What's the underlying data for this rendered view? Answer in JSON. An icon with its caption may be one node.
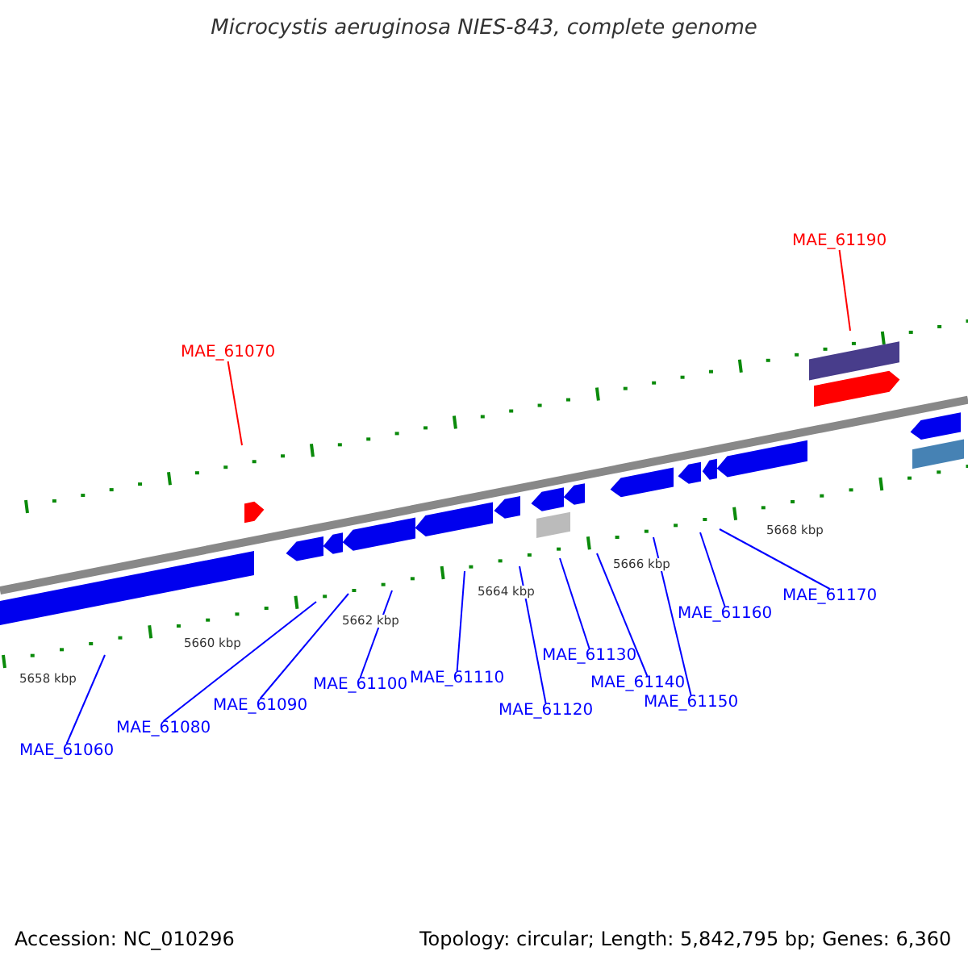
{
  "diagram": {
    "title": "Microcystis aeruginosa NIES-843, complete genome",
    "nodes": [
      {
        "text": [
          "MAE_61070"
        ]
      },
      {
        "text": [
          "MAE_61190"
        ]
      },
      {
        "text": [
          "MAE_61060"
        ]
      },
      {
        "text": [
          "MAE_61080"
        ]
      },
      {
        "text": [
          "MAE_61090"
        ]
      },
      {
        "text": [
          "MAE_61100"
        ]
      },
      {
        "text": [
          "MAE_61110"
        ]
      },
      {
        "text": [
          "MAE_61120"
        ]
      },
      {
        "text": [
          "MAE_61130"
        ]
      },
      {
        "text": [
          "MAE_61140"
        ]
      },
      {
        "text": [
          "MAE_61150"
        ]
      },
      {
        "text": [
          "MAE_61160"
        ]
      },
      {
        "text": [
          "MAE_61170"
        ]
      }
    ],
    "edges": [
      {
        "from": 0,
        "to": null,
        "arrow": "none",
        "color": "#ff0000"
      },
      {
        "from": 1,
        "to": null,
        "arrow": "none",
        "color": "#ff0000"
      },
      {
        "from": 2,
        "to": null,
        "arrow": "none"
      },
      {
        "from": 3,
        "to": null,
        "arrow": "none"
      },
      {
        "from": 4,
        "to": null,
        "arrow": "none"
      },
      {
        "from": 5,
        "to": null,
        "arrow": "none"
      },
      {
        "from": 6,
        "to": null,
        "arrow": "none"
      },
      {
        "from": 7,
        "to": null,
        "arrow": "none"
      },
      {
        "from": 8,
        "to": null,
        "arrow": "none"
      },
      {
        "from": 9,
        "to": null,
        "arrow": "none"
      },
      {
        "from": 10,
        "to": null,
        "arrow": "none"
      },
      {
        "from": 11,
        "to": null,
        "arrow": "none"
      },
      {
        "from": 12,
        "to": null,
        "arrow": "none"
      }
    ],
    "labels": [
      "5658 kbp",
      "5660 kbp",
      "5662 kbp",
      "5664 kbp",
      "5666 kbp",
      "5668 kbp",
      "Accession: NC_010296",
      "Topology: circular; Length: 5,842,795 bp; Genes: 6,360"
    ]
  }
}
